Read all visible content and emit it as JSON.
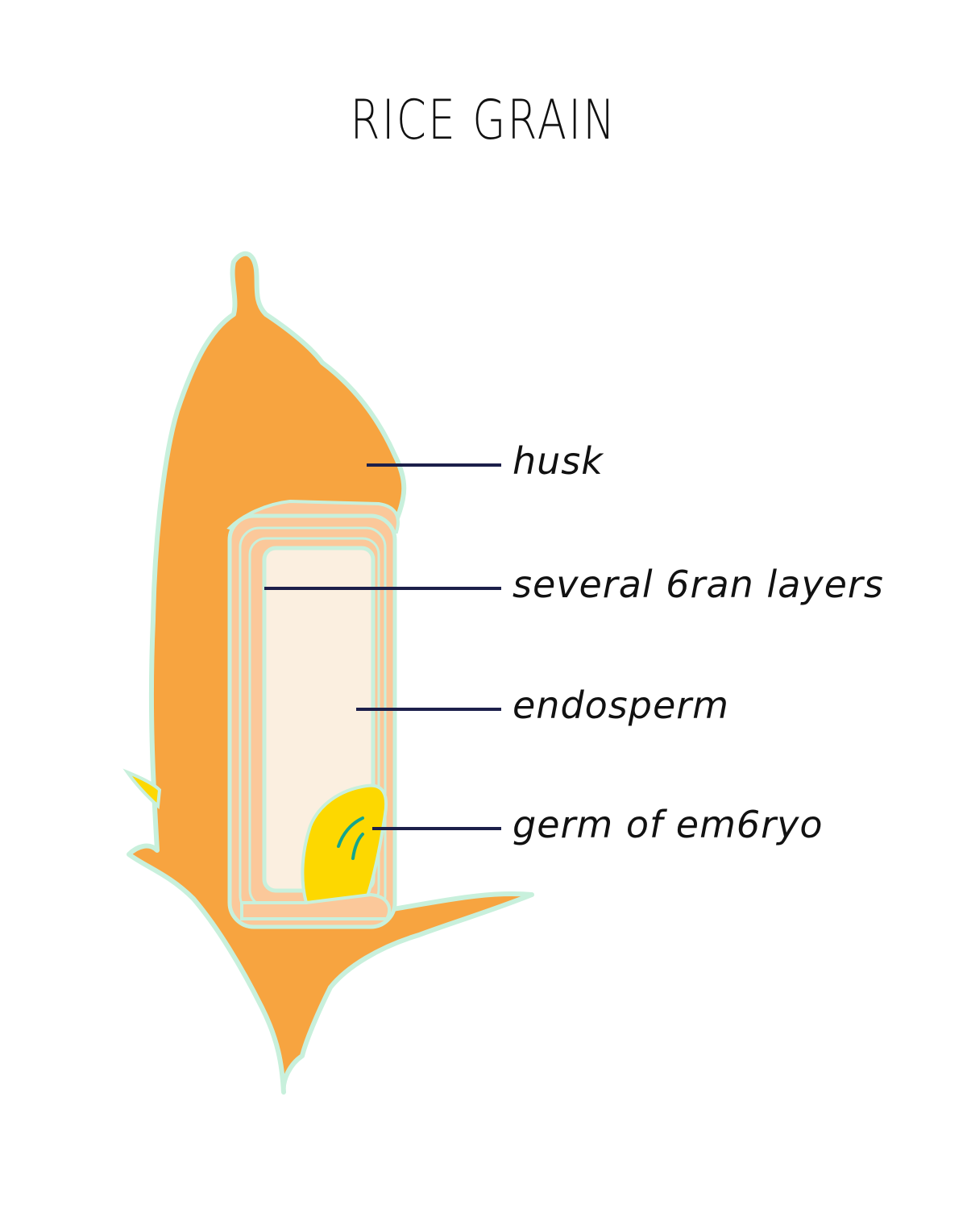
{
  "title": "RICE GRAIN",
  "labels": {
    "husk": "husk",
    "bran": "several 6ran layers",
    "endosperm": "endosperm",
    "germ": "germ of em6ryo"
  },
  "colors": {
    "husk": "#f7a440",
    "outline": "#c8f0dc",
    "bran": "#fbc89a",
    "endosperm": "#fbefe0",
    "germ": "#fdd800",
    "embryo_mark": "#14a58c",
    "leader_line": "#1c1f4a"
  }
}
